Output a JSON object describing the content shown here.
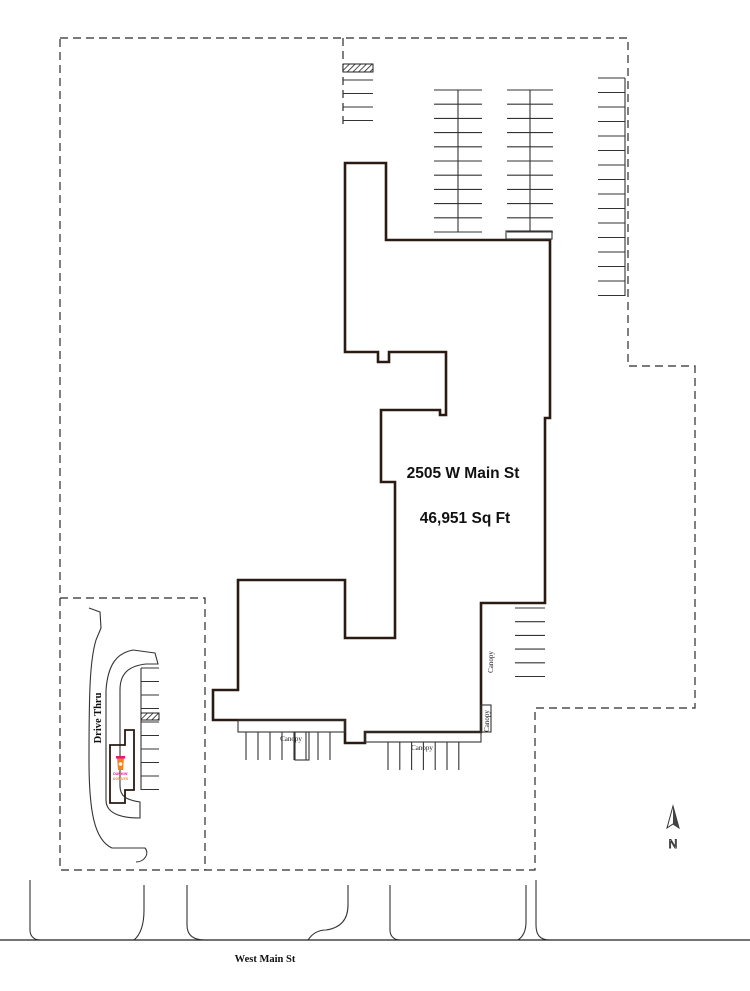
{
  "building": {
    "address": "2505 W Main St",
    "area": "46,951 Sq Ft"
  },
  "canopies": {
    "west": "Canopy",
    "south": "Canopy",
    "east_upper": "Canopy",
    "east_lower": "Canopy"
  },
  "drive_thru": {
    "label": "Drive Thru"
  },
  "tenant_logo": {
    "line1": "DUNKIN'",
    "line2": "DONUTS"
  },
  "street": {
    "name": "West Main St"
  },
  "north_arrow": {
    "label": "N"
  },
  "colors": {
    "building_outline": "#2a1a14",
    "logo_pink": "#e0197d",
    "logo_orange": "#f58220"
  },
  "icons": {
    "north": "north-arrow-icon",
    "logo": "dunkin-cup-icon",
    "accessible_stall": "hatched-stall-icon"
  }
}
